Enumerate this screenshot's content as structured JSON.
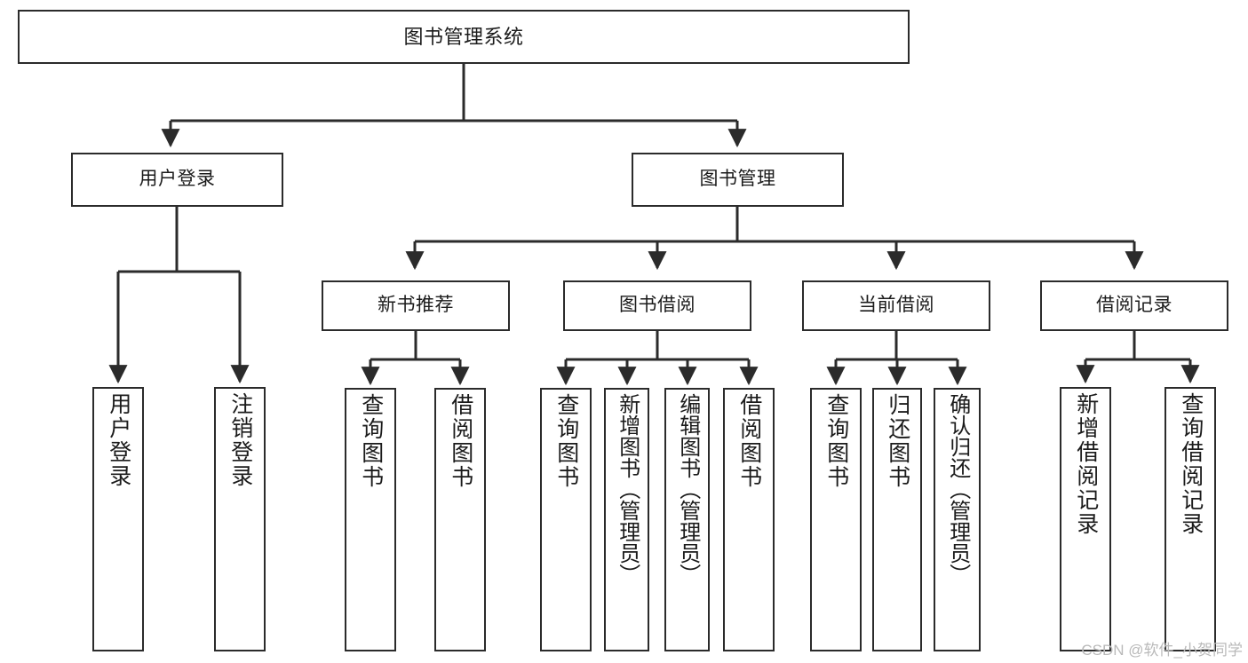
{
  "diagram": {
    "title": "图书管理系统",
    "type": "tree-hierarchy",
    "watermark": "CSDN @软件_小贺同学",
    "colors": {
      "border": "#2b2b2b",
      "text": "#1b1b1b",
      "background": "#ffffff",
      "edge": "#2b2b2b",
      "watermark": "#b9b9b9"
    },
    "nodes": {
      "root": {
        "label": "图书管理系统"
      },
      "level2": [
        {
          "id": "user-login",
          "label": "用户登录"
        },
        {
          "id": "book-management",
          "label": "图书管理"
        }
      ],
      "level3": [
        {
          "id": "new-book-recommend",
          "label": "新书推荐"
        },
        {
          "id": "book-borrow",
          "label": "图书借阅"
        },
        {
          "id": "current-borrow",
          "label": "当前借阅"
        },
        {
          "id": "borrow-record",
          "label": "借阅记录"
        }
      ],
      "leaves": {
        "user-login": [
          {
            "id": "leaf-user-login",
            "label": "用户登录"
          },
          {
            "id": "leaf-logout-login",
            "label": "注销登录"
          }
        ],
        "new-book-recommend": [
          {
            "id": "leaf-query-book-1",
            "label": "查询图书"
          },
          {
            "id": "leaf-borrow-book-1",
            "label": "借阅图书"
          }
        ],
        "book-borrow": [
          {
            "id": "leaf-query-book-2",
            "label": "查询图书"
          },
          {
            "id": "leaf-add-book",
            "label": "新增图书（管理员）"
          },
          {
            "id": "leaf-edit-book",
            "label": "编辑图书（管理员）"
          },
          {
            "id": "leaf-borrow-book-2",
            "label": "借阅图书"
          }
        ],
        "current-borrow": [
          {
            "id": "leaf-query-book-3",
            "label": "查询图书"
          },
          {
            "id": "leaf-return-book",
            "label": "归还图书"
          },
          {
            "id": "leaf-confirm-return",
            "label": "确认归还（管理员）"
          }
        ],
        "borrow-record": [
          {
            "id": "leaf-add-record",
            "label": "新增借阅记录"
          },
          {
            "id": "leaf-query-record",
            "label": "查询借阅记录"
          }
        ]
      }
    }
  }
}
